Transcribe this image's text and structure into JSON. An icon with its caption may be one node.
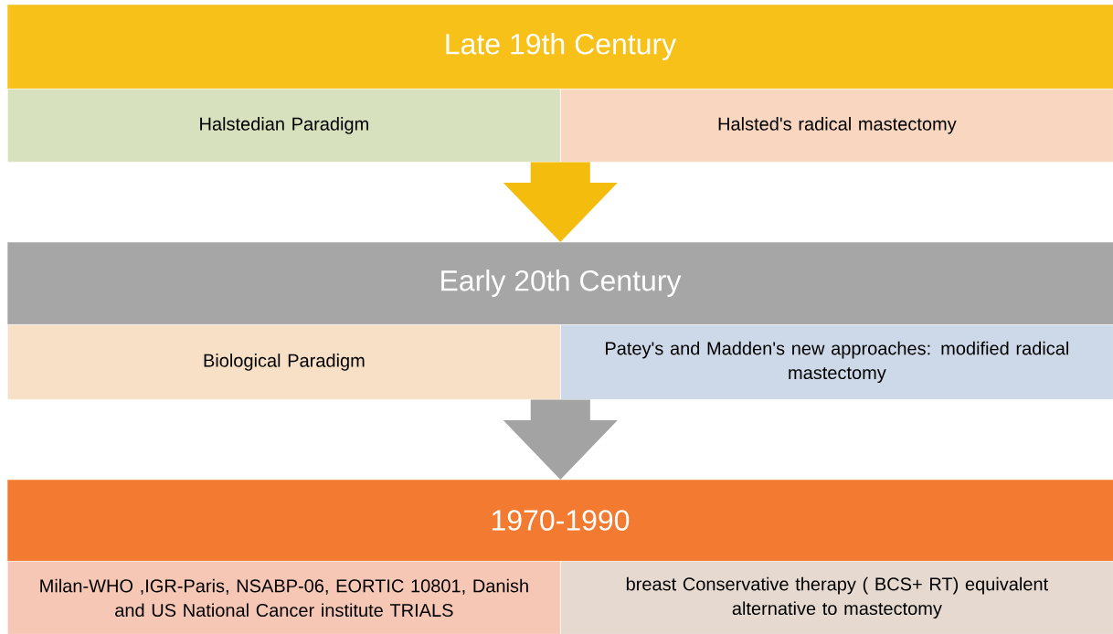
{
  "diagram": {
    "nodes": [
      {
        "text": [
          "Late 19th Century"
        ]
      },
      {
        "text": [
          "Halstedian Paradigm"
        ],
        "in": 0
      },
      {
        "text": [
          "Halsted's radical mastectomy"
        ],
        "in": 0
      },
      {
        "text": [
          "Early 20th Century"
        ]
      },
      {
        "text": [
          "Biological Paradigm"
        ],
        "in": 3
      },
      {
        "text": [
          "Patey's and Madden's new approaches: modified radical mastectomy"
        ],
        "in": 3
      },
      {
        "text": [
          "1970-1990"
        ]
      },
      {
        "text": [
          "Milan-WHO ,IGR-Paris, NSABP-06, EORTIC 10801, Danish and US National Cancer institute TRIALS"
        ],
        "in": 6
      },
      {
        "text": [
          "breast Conservative therapy ( BCS+ RT) equivalent alternative to mastectomy"
        ],
        "in": 6
      }
    ],
    "edges": [
      {
        "from": 0,
        "to": 3,
        "arrow": "to",
        "color": "#f4bc0c"
      },
      {
        "from": 3,
        "to": 6,
        "arrow": "to",
        "color": "#a3a3a3"
      }
    ]
  }
}
